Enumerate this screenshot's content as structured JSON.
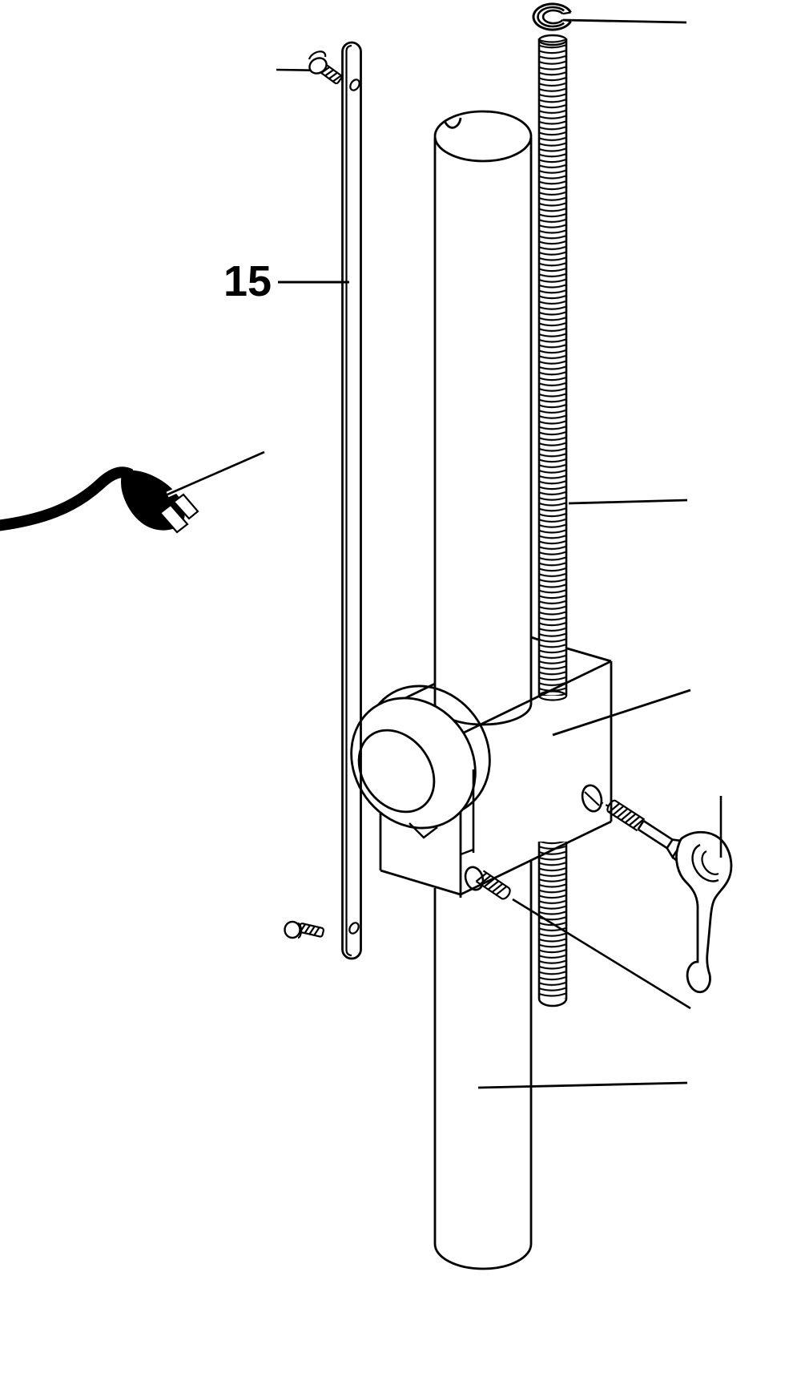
{
  "diagram": {
    "type": "exploded-parts-diagram",
    "description": "line drawing of a column assembly: support column, lead screw, clamp block with clamp handle, flat support bar and power cord",
    "background_color": "#ffffff",
    "line_color": "#000000",
    "label_15": {
      "text": "15"
    },
    "parts": [
      {
        "name": "retaining-ring"
      },
      {
        "name": "lead-screw"
      },
      {
        "name": "column"
      },
      {
        "name": "support-bar",
        "label": "15"
      },
      {
        "name": "support-bar-screw-top"
      },
      {
        "name": "support-bar-screw-bottom"
      },
      {
        "name": "power-cord-plug"
      },
      {
        "name": "clamp-block"
      },
      {
        "name": "clamp-block-set-screw"
      },
      {
        "name": "clamp-handle"
      }
    ]
  }
}
